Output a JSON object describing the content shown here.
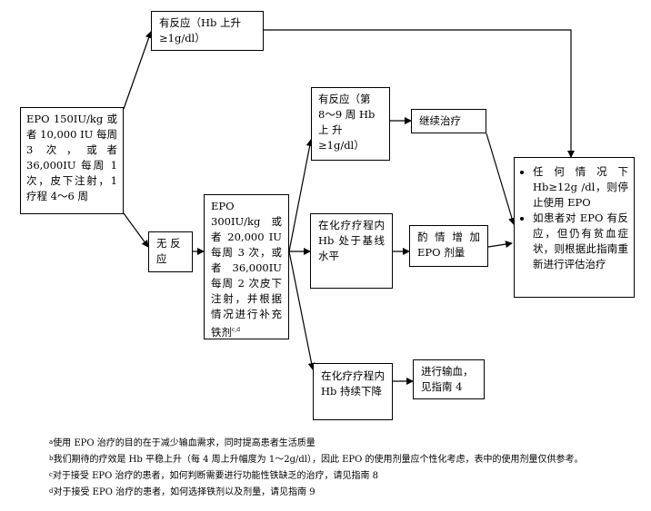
{
  "boxes": {
    "start": "EPO 150IU/kg 或者 10,000 IU 每周 3 次，或者 36,000IU 每周 1 次，皮下注射，1 疗程 4～6 周",
    "response_top": "有反应（Hb  上升\n≥1g/dl）",
    "no_response": "无 反\n应",
    "escalate": "EPO 300IU/kg 或者 20,000 IU 每周 3 次，或者 36,000IU 每周 2 次皮下注射，并根据情况进行补充铁剂",
    "escalate_sup": "c,d",
    "response_mid": "有反应（第\n8～9 周 Hb\n上      升\n≥1g/dl）",
    "continue": "继续治疗",
    "baseline": "在化疗疗程内 Hb 处于基线水平",
    "increase": "酌情增加 EPO 剂量",
    "decline": "在化疗疗程内 Hb 持续下降",
    "transfuse": "进行输血，见指南 4"
  },
  "final": {
    "items": [
      "任何情况下 Hb≥12g /dl，则停止使用 EPO",
      "如患者对 EPO 有反应，但仍有贫血症状，则根据此指南重新进行评估治疗"
    ]
  },
  "footnotes": [
    {
      "mark": "a",
      "text": "使用 EPO 治疗的目的在于减少输血需求，同时提高患者生活质量"
    },
    {
      "mark": "b",
      "text": "我们期待的疗效是 Hb 平稳上升（每 4 周上升幅度为 1～2g/dl），因此 EPO 的使用剂量应个性化考虑，表中的使用剂量仅供参考。"
    },
    {
      "mark": "c",
      "text": "对于接受 EPO 治疗的患者，如何判断需要进行功能性铁缺乏的治疗，请见指南 8"
    },
    {
      "mark": "d",
      "text": "对于接受 EPO 治疗的患者，如何选择铁剂以及剂量，请见指南 9"
    }
  ]
}
